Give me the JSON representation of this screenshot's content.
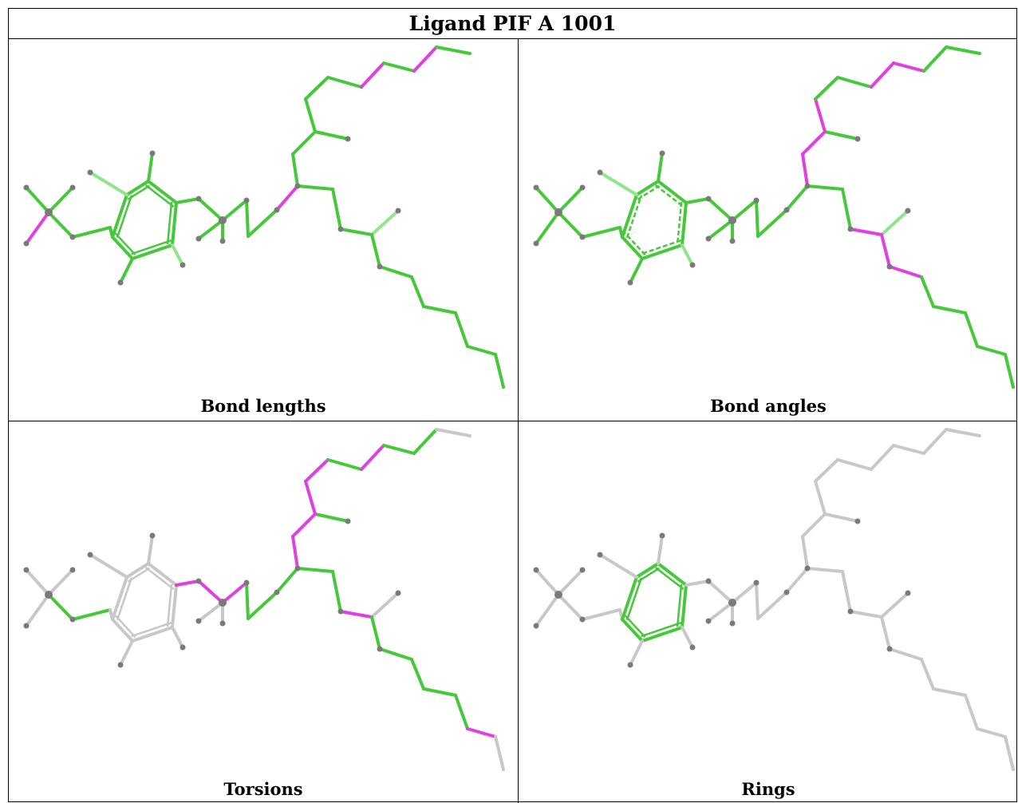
{
  "title": "Ligand PIF A 1001",
  "panels": [
    {
      "caption": "Bond lengths"
    },
    {
      "caption": "Bond angles"
    },
    {
      "caption": "Torsions"
    },
    {
      "caption": "Rings"
    }
  ],
  "colors": {
    "ok": "#45c93a",
    "light": "#8ee68a",
    "outlier": "#e040e0",
    "neutral": "#c8c8c8",
    "atom": "#7a7a7a"
  }
}
